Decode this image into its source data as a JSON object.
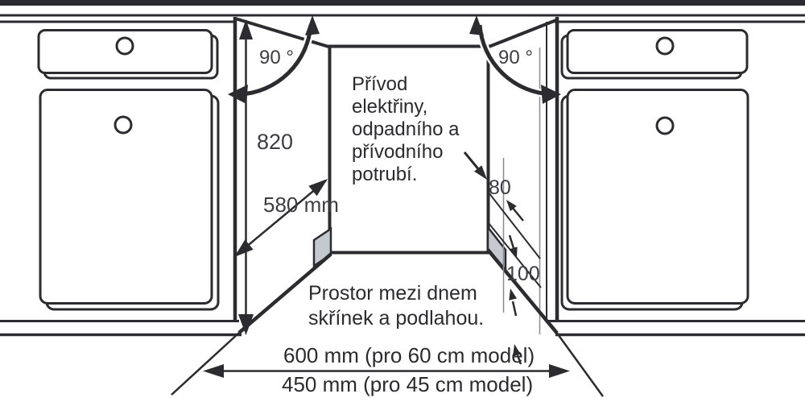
{
  "diagram": {
    "labels": {
      "angle_left": "90 °",
      "angle_right": "90 °",
      "cabinet_height": "820",
      "niche_depth": "580 mm",
      "utilities_note": "Přívod\nelektřiny,\nodpadního a\npřívodního\npotrubí.",
      "side_clearance": "80",
      "bottom_clearance": "100",
      "floor_note": "Prostor mezi dnem\nskřínek a podlahou.",
      "width_60": "600 mm (pro 60 cm model)",
      "width_45": "450 mm (pro 45 cm model)"
    },
    "colors": {
      "line": "#2c2c30",
      "dimension_text": "#3d3d44",
      "shade": "#c3c9cf",
      "background": "#ffffff"
    }
  }
}
